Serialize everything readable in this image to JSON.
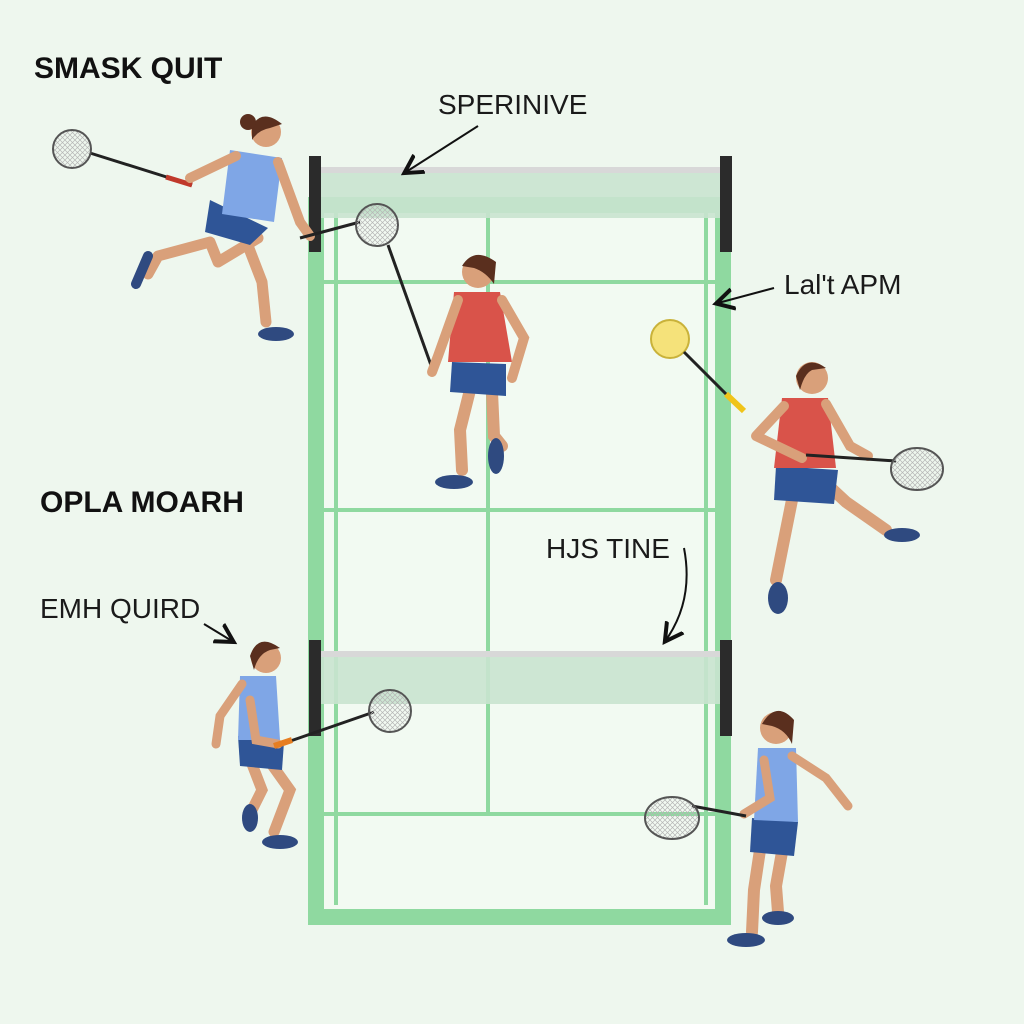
{
  "headings": {
    "smash_quit": "SMASK QUIT",
    "opla_moarh": "OPLA MOARH"
  },
  "labels": {
    "sperinive": "SPERINIVE",
    "lalt_apm": "Lal't APM",
    "hjs_tine": "HJS TINE",
    "emh_quird": "EMH QUIRD"
  },
  "colors": {
    "background": "#eef7ee",
    "court_lines": "#8fd9a0",
    "net": "#c9e3cf",
    "post": "#2b2b2b",
    "blue_shirt": "#7fa6e6",
    "red_shirt": "#d9534a",
    "shorts": "#2f5597",
    "skin": "#d9a07a",
    "hair": "#5a2f1e",
    "shoe": "#2f4a80",
    "yellow_racket": "#f5e27a"
  },
  "players": [
    {
      "role": "player-top-left",
      "shirt": "blue"
    },
    {
      "role": "player-center",
      "shirt": "red"
    },
    {
      "role": "player-right",
      "shirt": "red"
    },
    {
      "role": "player-bottom-left",
      "shirt": "blue"
    },
    {
      "role": "player-bottom-right",
      "shirt": "blue"
    }
  ]
}
